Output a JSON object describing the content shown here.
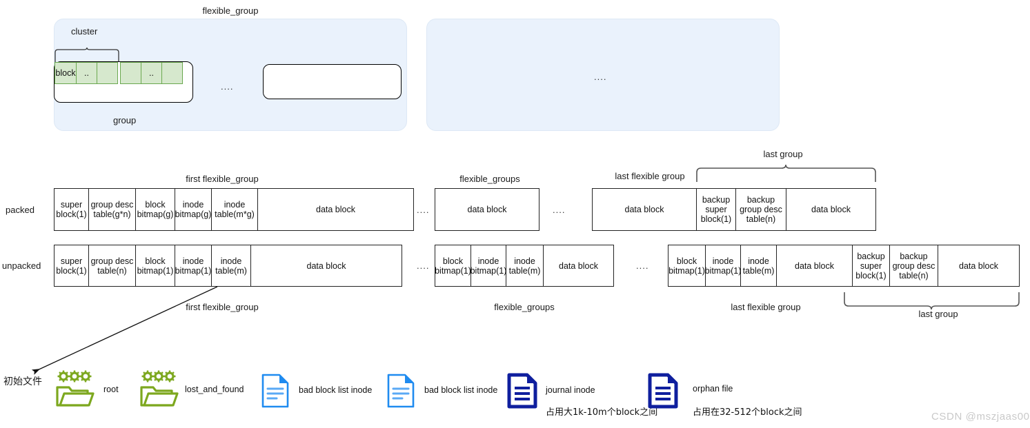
{
  "diagram": {
    "title_top": "flexible_group",
    "top_panel": {
      "cluster_label": "cluster",
      "group_label": "group",
      "ellipsis": "....",
      "cluster_cells": [
        "block",
        "..",
        "",
        "",
        "..",
        ""
      ],
      "second_panel_ellipsis": "...."
    },
    "rows": [
      {
        "row_label": "packed",
        "label_above_left": "first flexible_group",
        "label_above_mid": "flexible_groups",
        "label_above_right": "last flexible group",
        "brace_label": "last group",
        "ellipsis": "....",
        "groups": [
          {
            "name": "first-flexible-group",
            "segments": [
              "super\nblock(1)",
              "group desc\ntable(g*n)",
              "block\nbitmap(g)",
              "inode\nbitmap(g)",
              "inode\ntable(m*g)",
              "data block"
            ]
          },
          {
            "name": "middle-flexible-group",
            "segments": [
              "data block"
            ]
          },
          {
            "name": "last-flexible-group",
            "segments": [
              "data block",
              "backup\nsuper\nblock(1)",
              "backup\ngroup desc\ntable(n)",
              "data block"
            ]
          }
        ]
      },
      {
        "row_label": "unpacked",
        "label_below_left": "first flexible_group",
        "label_below_mid": "flexible_groups",
        "label_below_right": "last flexible group",
        "brace_label": "last group",
        "ellipsis": "....",
        "groups": [
          {
            "name": "first-flexible-group",
            "segments": [
              "super\nblock(1)",
              "group desc\ntable(n)",
              "block\nbitmap(1)",
              "inode\nbitmap(1)",
              "inode\ntable(m)",
              "data block"
            ]
          },
          {
            "name": "middle-flexible-group",
            "segments": [
              "block\nbitmap(1)",
              "inode\nbitmap(1)",
              "inode\ntable(m)",
              "data block"
            ]
          },
          {
            "name": "last-flexible-group",
            "segments": [
              "block\nbitmap(1)",
              "inode\nbitmap(1)",
              "inode\ntable(m)",
              "data block",
              "backup\nsuper\nblock(1)",
              "backup\ngroup desc\ntable(n)",
              "data block"
            ]
          }
        ]
      }
    ],
    "initial_files": {
      "arrow_label": "初始文件",
      "items": [
        {
          "icon": "folder-gear-icon",
          "color": "#7da81f",
          "label": "root",
          "note": ""
        },
        {
          "icon": "folder-gear-icon",
          "color": "#7da81f",
          "label": "lost_and_found",
          "note": ""
        },
        {
          "icon": "document-light-icon",
          "color": "#1f8bf0",
          "label": "bad block list inode",
          "note": ""
        },
        {
          "icon": "document-light-icon",
          "color": "#1f8bf0",
          "label": "bad block list inode",
          "note": ""
        },
        {
          "icon": "document-dark-icon",
          "color": "#0f1f9e",
          "label": "journal inode",
          "note": "占用大1k-10m个block之间"
        },
        {
          "icon": "document-dark-icon",
          "color": "#0f1f9e",
          "label": "orphan file",
          "note": "占用在32-512个block之间"
        }
      ]
    },
    "watermark": "CSDN @mszjaas00",
    "colors": {
      "panel_fill": "#eaf2fc",
      "cluster_cell_fill": "#d6e8cd",
      "cluster_cell_stroke": "#6aa84f",
      "stroke": "#222222",
      "folder_green": "#7da81f",
      "doc_blue_light": "#1f8bf0",
      "doc_blue_dark": "#0f1f9e"
    }
  }
}
